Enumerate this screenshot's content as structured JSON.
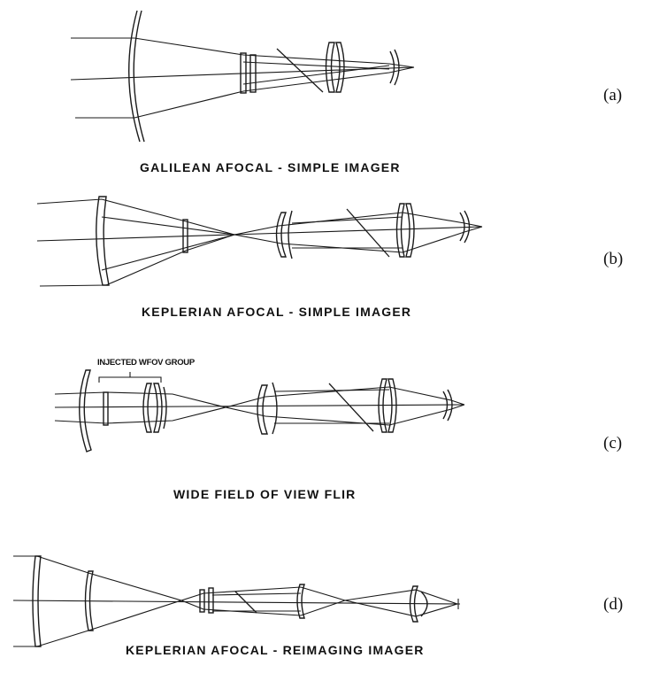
{
  "figures": [
    {
      "caption": "GALILEAN AFOCAL - SIMPLE IMAGER",
      "tag": "(a)"
    },
    {
      "caption": "KEPLERIAN AFOCAL - SIMPLE IMAGER",
      "tag": "(b)"
    },
    {
      "caption": "WIDE FIELD OF VIEW FLIR",
      "tag": "(c)",
      "group_label": "INJECTED WFOV GROUP"
    },
    {
      "caption": "KEPLERIAN AFOCAL - REIMAGING IMAGER",
      "tag": "(d)"
    }
  ]
}
